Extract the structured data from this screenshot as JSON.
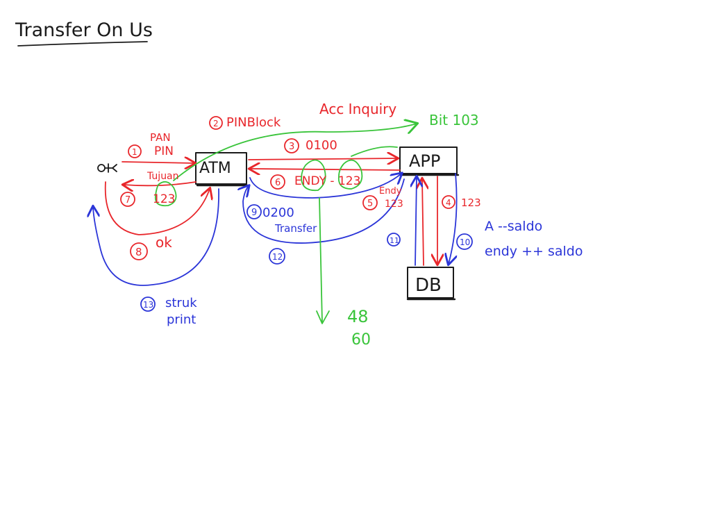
{
  "title": "Transfer On Us",
  "nodes": {
    "user": "웃",
    "atm": "ATM",
    "app": "APP",
    "db": "DB"
  },
  "steps": {
    "s1_num": "1",
    "s1_label": "PAN",
    "s1_label2": "PIN",
    "s2_num": "2",
    "s2_label": "PINBlock",
    "s3_num": "3",
    "s3_label": "0100",
    "acc_inquiry": "Acc Inquiry",
    "bit103": "Bit 103",
    "s4_num": "4",
    "s4_label": "123",
    "s5_num": "5",
    "s5_label": "Endy",
    "s5_label2": "123",
    "s6_num": "6",
    "s6_label": "ENDY - 123",
    "tujuan": "Tujuan",
    "s7_num": "7",
    "s7_label": "123",
    "s8_num": "8",
    "s8_label": "ok",
    "s9_num": "9",
    "s9_label": "0200",
    "s9_label2": "Transfer",
    "s10_num": "10",
    "s10_label": "A  --saldo",
    "s10_label2": "endy ++ saldo",
    "s11_num": "11",
    "s12_num": "12",
    "s13_num": "13",
    "s13_label": "struk",
    "s13_label2": "print",
    "bit48": "48",
    "bit60": "60"
  },
  "colors": {
    "ink": "#1a1a1a",
    "red": "#e8262b",
    "blue": "#2b35d8",
    "green": "#39c43a"
  }
}
